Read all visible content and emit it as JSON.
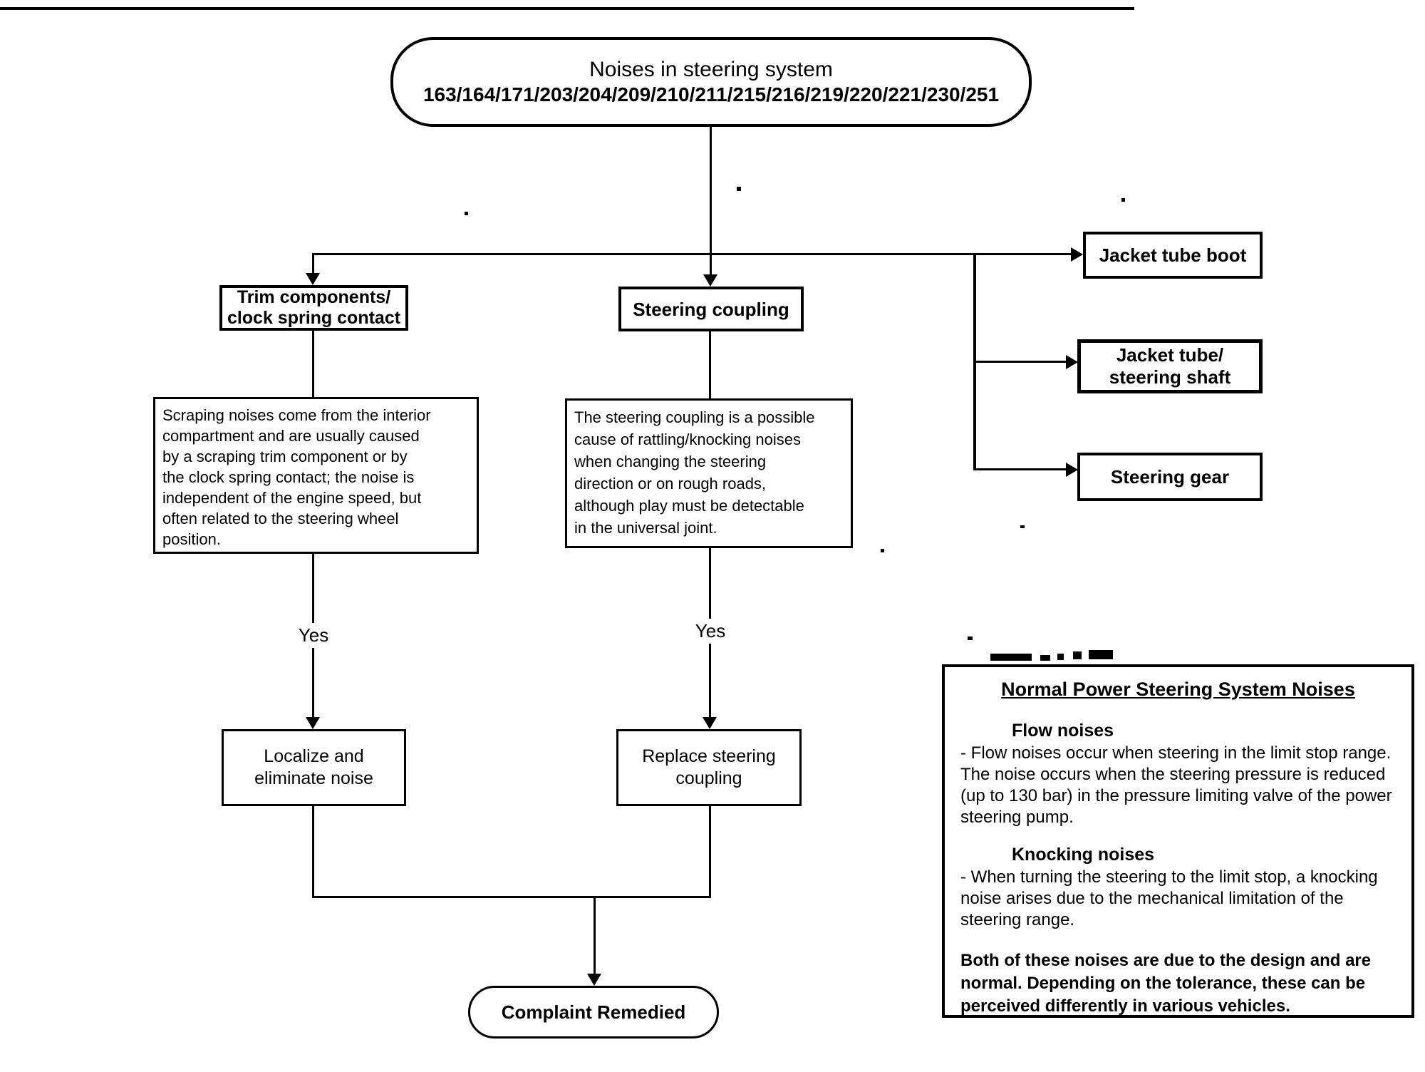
{
  "flowchart": {
    "start": {
      "title": "Noises in steering system",
      "codes": "163/164/171/203/204/209/210/211/215/216/219/220/221/230/251"
    },
    "branches": {
      "trim": {
        "label_line1": "Trim components/",
        "label_line2": "clock spring contact"
      },
      "coupling": {
        "label": "Steering coupling"
      },
      "jacket_tube_boot": {
        "label": "Jacket tube boot"
      },
      "jacket_tube_steering_shaft": {
        "label_line1": "Jacket tube/",
        "label_line2": "steering shaft"
      },
      "steering_gear": {
        "label": "Steering gear"
      }
    },
    "descriptions": {
      "trim": {
        "lines": [
          "Scraping noises come from the interior",
          "compartment and are usually caused",
          "by a scraping trim component or by",
          "the clock spring contact; the noise is",
          "independent of the engine speed, but",
          "often related to the steering wheel",
          "position."
        ]
      },
      "coupling": {
        "lines": [
          "The steering coupling is a possible",
          "cause of rattling/knocking noises",
          "when changing the steering",
          "direction or on rough roads,",
          "although play must be detectable",
          "in the universal joint."
        ]
      }
    },
    "edges": {
      "trim_yes": "Yes",
      "coupling_yes": "Yes"
    },
    "actions": {
      "localize": {
        "label_line1": "Localize and",
        "label_line2": "eliminate noise"
      },
      "replace": {
        "label_line1": "Replace steering",
        "label_line2": "coupling"
      }
    },
    "end": {
      "label": "Complaint Remedied"
    }
  },
  "info_panel": {
    "title": "Normal Power Steering System Noises",
    "sections": [
      {
        "heading": "Flow noises",
        "body": "-  Flow noises occur when steering in the limit stop range.  The noise occurs when the steering pressure is reduced (up to 130 bar) in the pressure limiting valve of the power steering pump."
      },
      {
        "heading": "Knocking noises",
        "body": "-  When turning the steering to the limit stop, a knocking noise arises due to the mechanical limitation of the steering range."
      }
    ],
    "footer": "Both of these noises are due to the design and are normal.  Depending on the tolerance, these can be perceived differently in various vehicles."
  },
  "colors": {
    "ink": "#000000",
    "paper": "#ffffff"
  }
}
